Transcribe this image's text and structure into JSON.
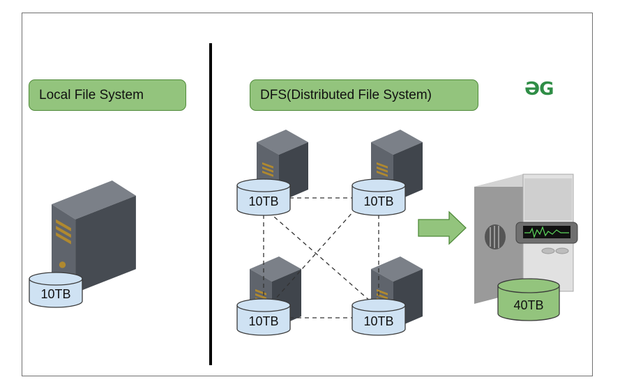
{
  "labels": {
    "local": "Local File System",
    "dfs": "DFS(Distributed File System)"
  },
  "logo": "ƏG",
  "disks": {
    "local": "10TB",
    "dfs_top_left": "10TB",
    "dfs_top_right": "10TB",
    "dfs_bottom_left": "10TB",
    "dfs_bottom_right": "10TB",
    "combined": "40TB"
  },
  "colors": {
    "label_fill": "#93c47d",
    "disk_fill": "#cfe2f3",
    "combined_disk_fill": "#93c47d",
    "arrow_fill": "#93c47d",
    "server": "#4a4f57"
  }
}
